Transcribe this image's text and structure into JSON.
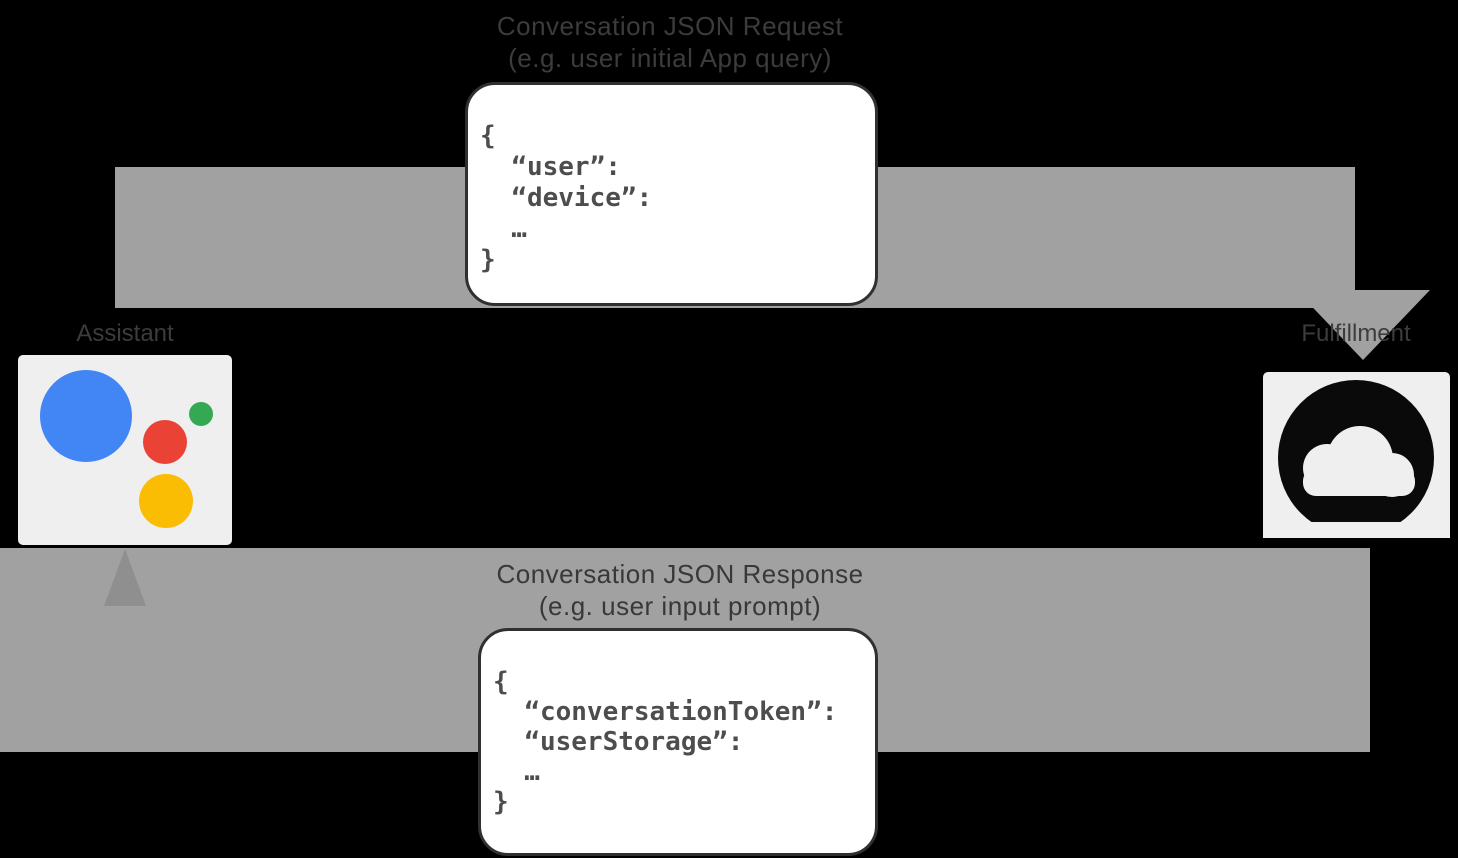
{
  "request_flow": {
    "title_line1": "Conversation JSON Request",
    "title_line2": "(e.g. user initial App query)",
    "json_lines": [
      "{",
      "  “user”:",
      "  “device”:",
      "  …",
      "}"
    ]
  },
  "response_flow": {
    "title_line1": "Conversation JSON Response",
    "title_line2": "(e.g. user input prompt)",
    "json_lines": [
      "{",
      "  “conversationToken”:",
      "  “userStorage”:",
      "  …",
      "}"
    ]
  },
  "nodes": {
    "assistant": {
      "label": "Assistant",
      "icon": "google-assistant-logo"
    },
    "fulfillment": {
      "label": "Fulfillment",
      "icon": "google-cloud-icon"
    }
  },
  "colors": {
    "background": "#000000",
    "arrow_gray": "#a1a1a1",
    "arrowhead_gray": "#8f8f8f",
    "title_text": "#3c3c3c",
    "code_text": "#4d4d4d",
    "box_background": "#ffffff",
    "box_border": "#303030",
    "tile_background": "#efefef",
    "assistant_blue": "#4285F4",
    "assistant_red": "#EA4335",
    "assistant_green": "#34A853",
    "assistant_yellow": "#FBBC04",
    "cloud_glyph": "#0a0a0a"
  }
}
